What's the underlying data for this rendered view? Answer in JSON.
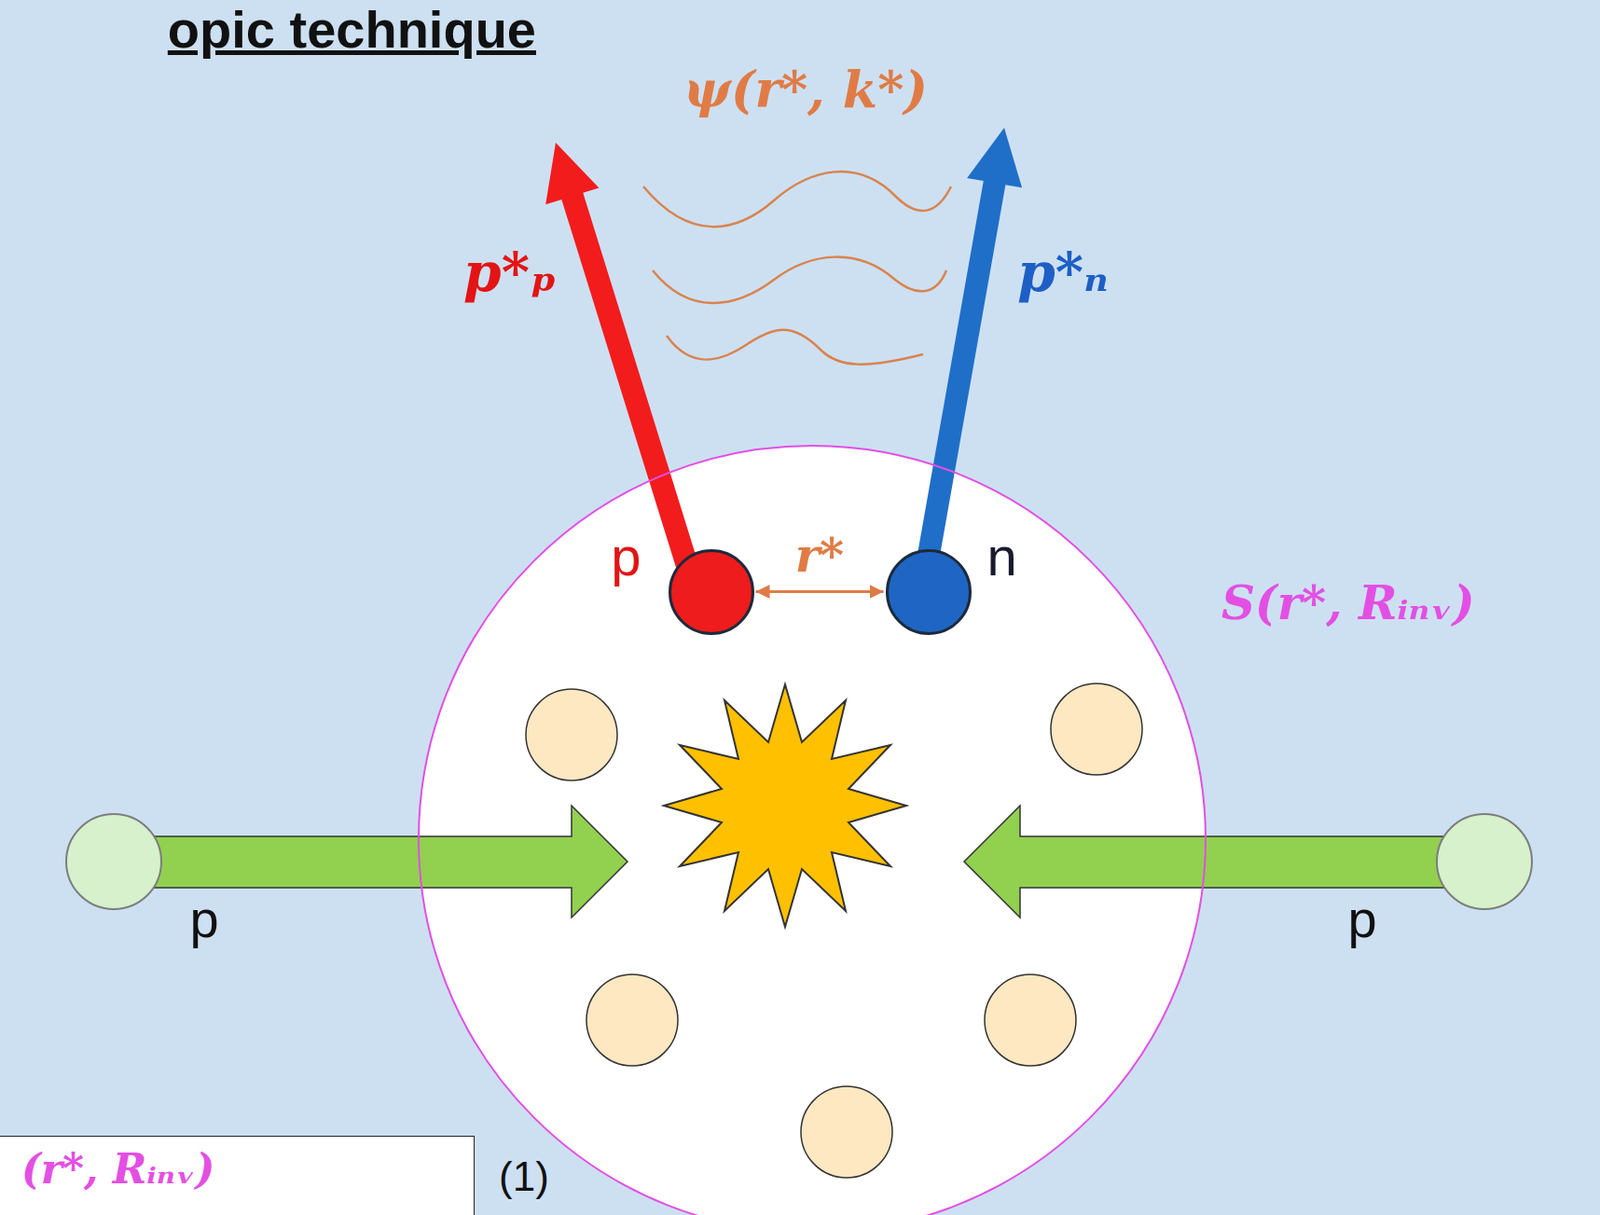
{
  "diagram": {
    "title": "opic technique",
    "nodes": [
      {
        "text": [
          "S(r*, Rᵢₙᵥ)"
        ]
      },
      {
        "text": [
          "p"
        ],
        "in": 0
      },
      {
        "text": [
          "n"
        ],
        "in": 0
      },
      {
        "text": [
          "p"
        ]
      },
      {
        "text": [
          "p"
        ]
      },
      {
        "text": [
          "(r*, Rᵢₙᵥ)"
        ]
      }
    ],
    "edges": [
      {
        "from": 1,
        "to": 2,
        "label": "r*",
        "arrow": "both"
      }
    ],
    "labels": [
      "ψ(r*, k*)",
      "p*ₚ",
      "p*ₙ",
      "(1)"
    ]
  }
}
